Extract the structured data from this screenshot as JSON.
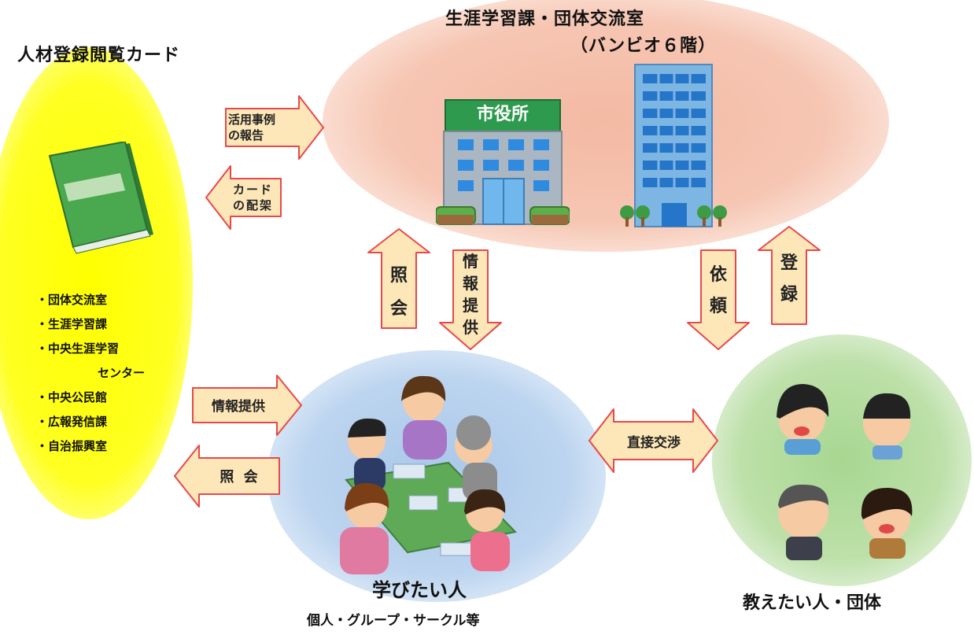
{
  "titles": {
    "card": "人材登録閲覧カード",
    "office_line1": "生涯学習課・団体交流室",
    "office_line2": "（バンビオ６階）",
    "learners": "学びたい人",
    "learners_sub": "個人・グループ・サークル等",
    "teachers": "教えたい人・団体"
  },
  "city_hall_sign": "市役所",
  "card_locations": [
    "・団体交流室",
    "・生涯学習課",
    "・中央生涯学習",
    "センター",
    "・中央公民館",
    "・広報発信課",
    "・自治振興室"
  ],
  "arrows": {
    "report_line1": "活用事例",
    "report_line2": "の報告",
    "rack_line1": "カード",
    "rack_line2": "の配架",
    "info_left": "情報提供",
    "inquiry_left": "照 会",
    "inquiry_v1": "照",
    "inquiry_v2": "会",
    "info_v1": "情",
    "info_v2": "報",
    "info_v3": "提",
    "info_v4": "供",
    "request_v1": "依",
    "request_v2": "頼",
    "register_v1": "登",
    "register_v2": "録",
    "direct": "直接交渉"
  },
  "colors": {
    "arrow_fill": "#fde7b8",
    "arrow_stroke": "#e8484a",
    "card_blob": "#ffff00",
    "office_blob": "#f4bda8",
    "learner_blob": "#aecbeb",
    "teacher_blob": "#aed99a",
    "book_green": "#3f9a45"
  }
}
